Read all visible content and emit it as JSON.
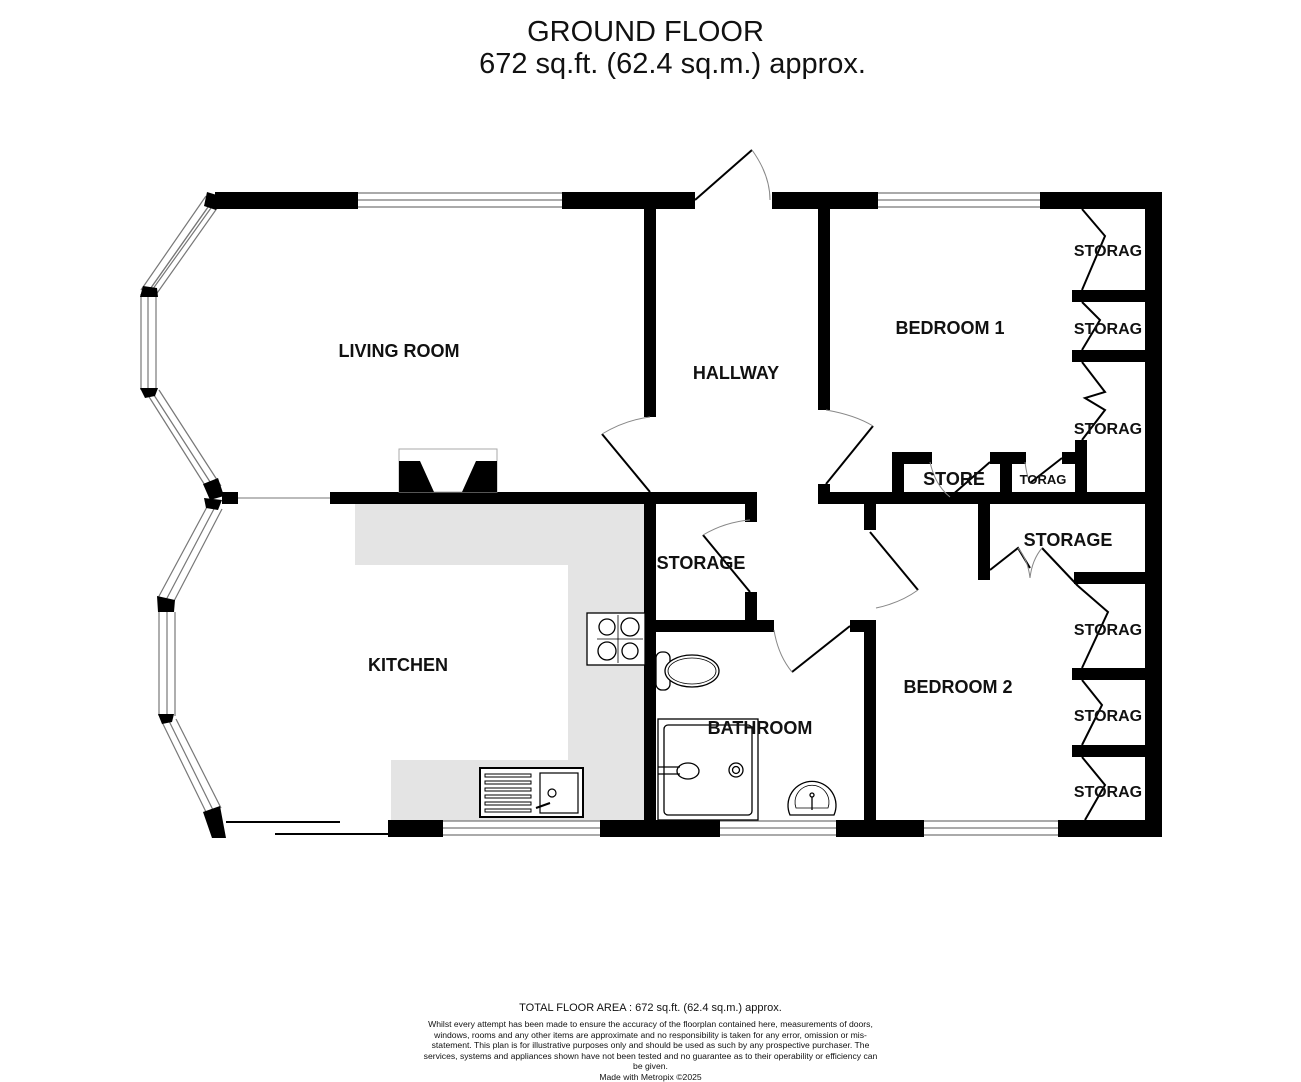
{
  "header": {
    "floor_name": "GROUND FLOOR",
    "floor_area": "672 sq.ft. (62.4 sq.m.) approx."
  },
  "rooms": {
    "living_room": "LIVING ROOM",
    "hallway": "HALLWAY",
    "bedroom_1": "BEDROOM 1",
    "kitchen": "KITCHEN",
    "storage_hall": "STORAGE",
    "bathroom": "BATHROOM",
    "bedroom_2": "BEDROOM 2",
    "store": "STORE",
    "storage_small": "TORAG",
    "storage_bed2": "STORAGE",
    "wardrobes_bed1": [
      "STORAG",
      "STORAG",
      "STORAG"
    ],
    "wardrobes_bed2": [
      "STORAG",
      "STORAG",
      "STORAG"
    ]
  },
  "fixtures": [
    "fireplace",
    "hob",
    "sink-drainer",
    "toilet",
    "shower",
    "wash-basin"
  ],
  "colors": {
    "wall": "#000000",
    "worktop": "#e4e4e4",
    "window": "#ffffff",
    "door_arc": "#888888"
  },
  "footer": {
    "total_area": "TOTAL FLOOR AREA : 672 sq.ft. (62.4 sq.m.) approx.",
    "disclaimer": "Whilst every attempt has been made to ensure the accuracy of the floorplan contained here, measurements of doors, windows, rooms and any other items are approximate and no responsibility is taken for any error, omission or mis-statement. This plan is for illustrative purposes only and should be used as such by any prospective purchaser. The services, systems and appliances shown have not been tested and no guarantee as to their operability or efficiency can be given.",
    "credit": "Made with Metropix ©2025"
  }
}
